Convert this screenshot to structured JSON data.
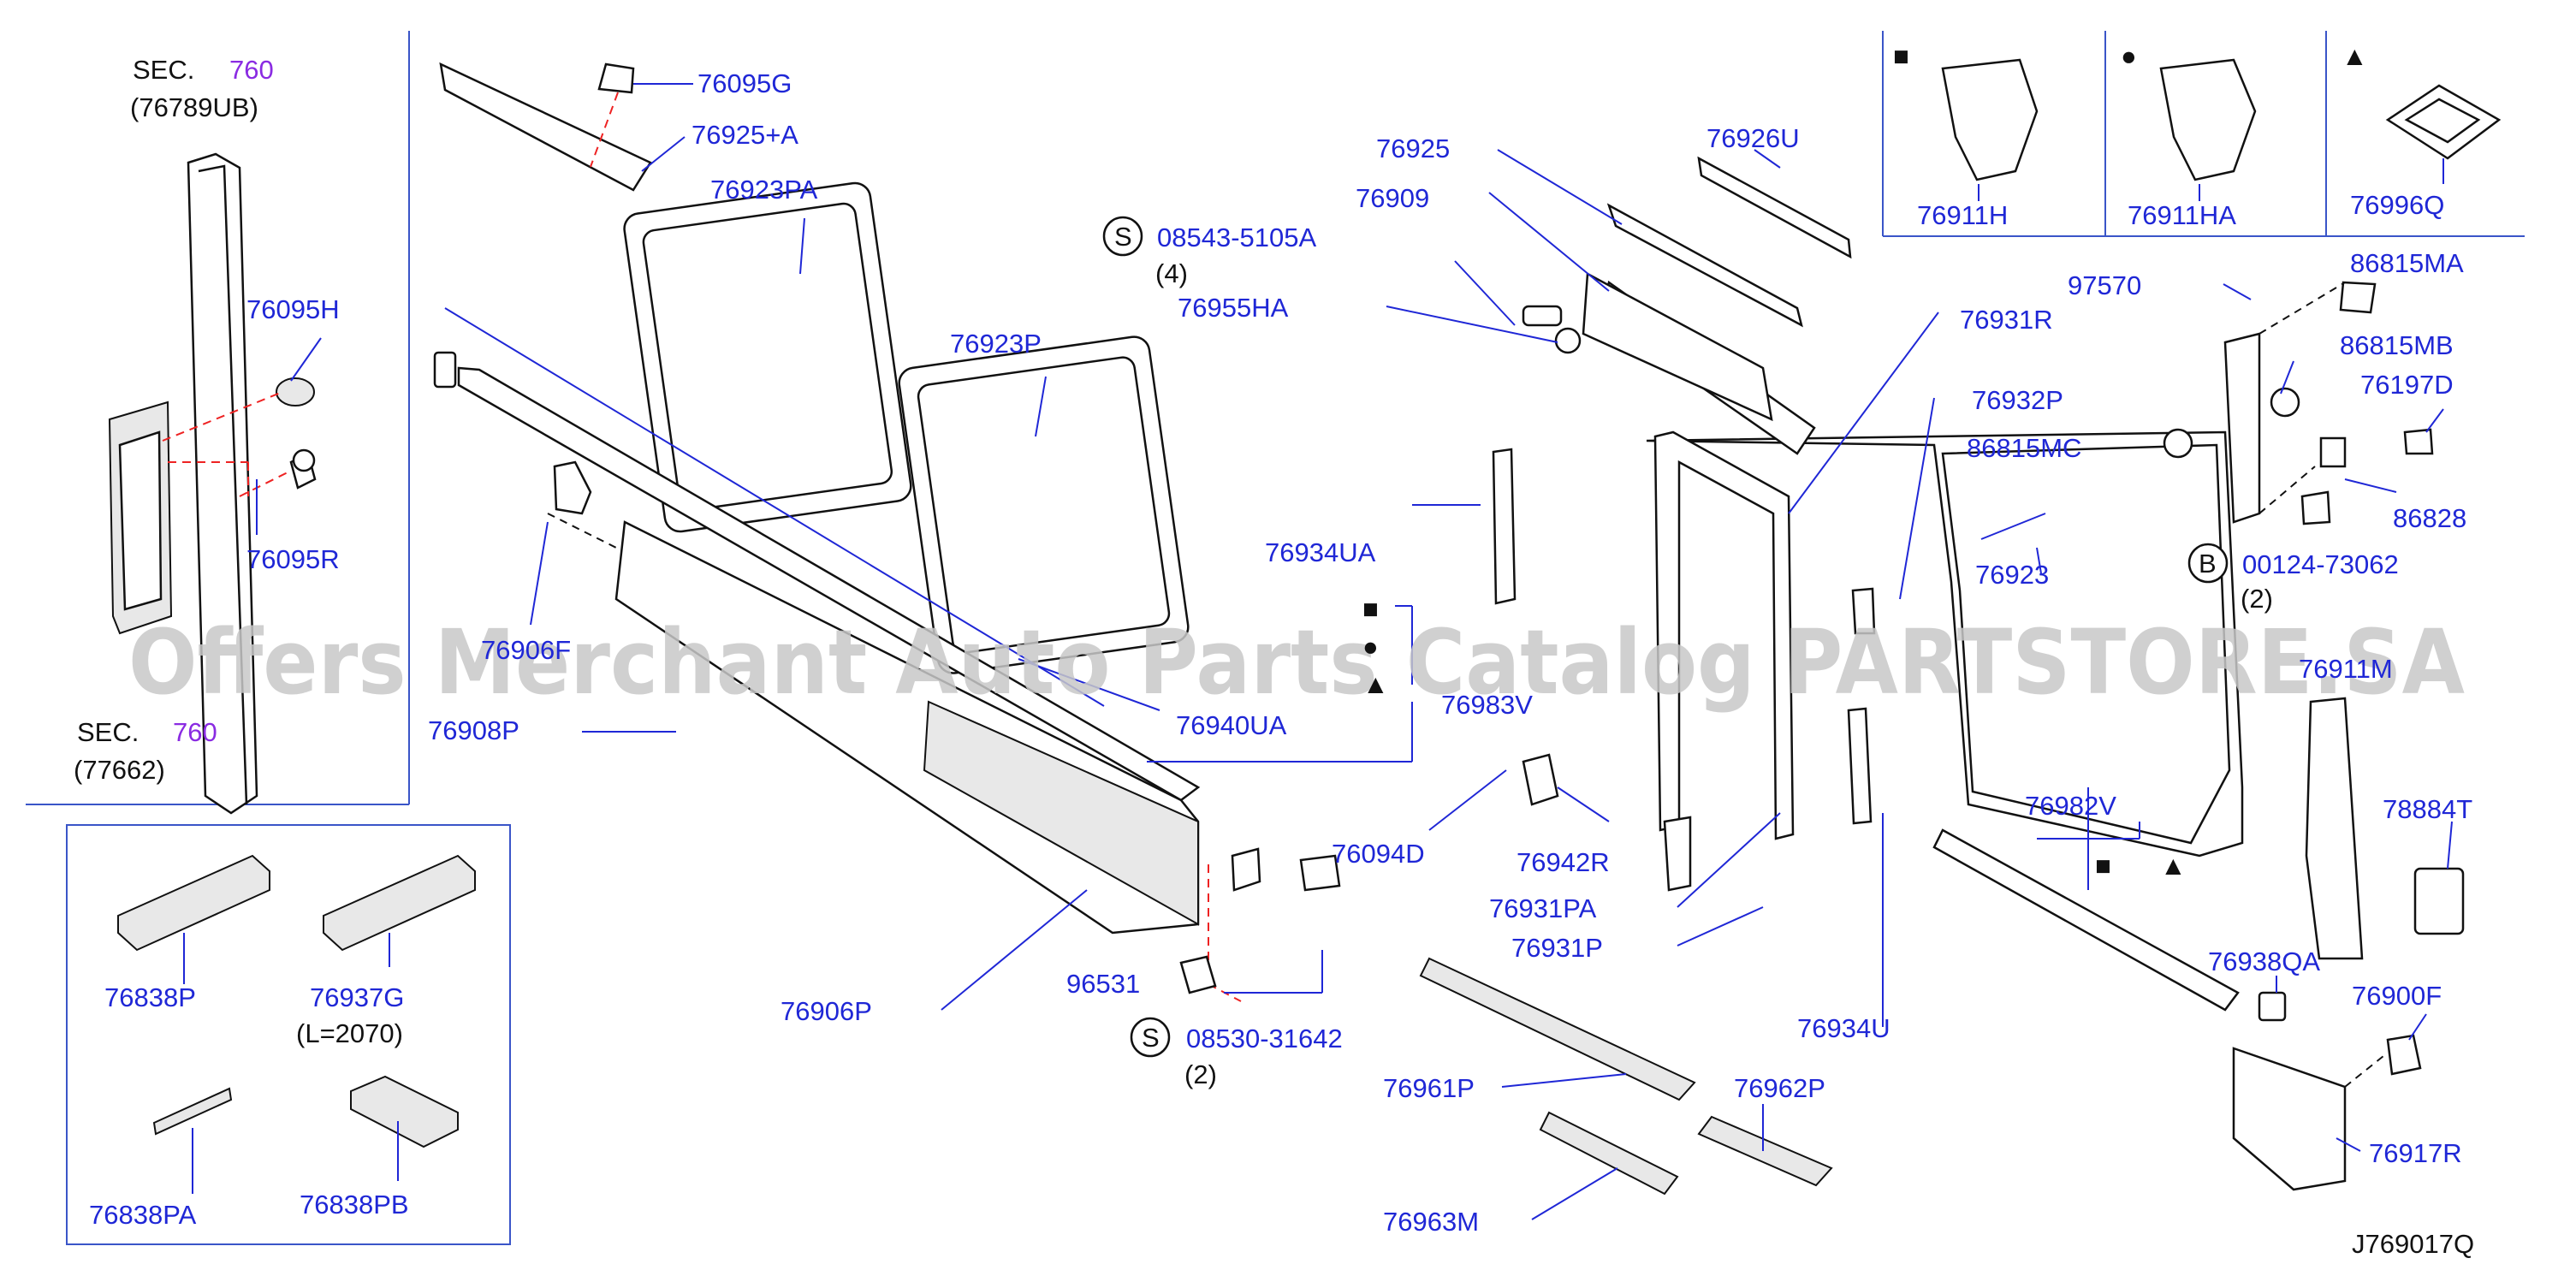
{
  "diagram_code": "J769017Q",
  "watermark": "Offers Merchant Auto Parts Catalog PARTSTORE.SA",
  "section_refs": [
    {
      "label": "SEC.",
      "sec": "760",
      "sub": "(76789UB)"
    },
    {
      "label": "SEC.",
      "sec": "760",
      "sub": "(77662)"
    }
  ],
  "legend_parts": [
    {
      "symbol": "■",
      "part": "76911H"
    },
    {
      "symbol": "●",
      "part": "76911HA"
    },
    {
      "symbol": "▲",
      "part": "76996Q"
    }
  ],
  "symbol_stack": [
    "■",
    "●",
    "▲"
  ],
  "group_symbols": [
    "■",
    "▲"
  ],
  "small_parts_box": [
    {
      "part": "76838P"
    },
    {
      "part": "76937G",
      "note": "(L=2070)"
    },
    {
      "part": "76838PA"
    },
    {
      "part": "76838PB"
    }
  ],
  "screw_refs": [
    {
      "prefix": "S",
      "part": "08543-5105A",
      "qty": "(4)"
    },
    {
      "prefix": "S",
      "part": "08530-31642",
      "qty": "(2)"
    },
    {
      "prefix": "B",
      "part": "00124-73062",
      "qty": "(2)"
    }
  ],
  "part_labels": [
    "76095G",
    "76925+A",
    "76923PA",
    "76095H",
    "76095R",
    "76906F",
    "76908P",
    "76923P",
    "76940UA",
    "76925",
    "76909",
    "76955HA",
    "76926U",
    "76934UA",
    "76983V",
    "76094D",
    "76942R",
    "76931PA",
    "76931P",
    "76931R",
    "76932P",
    "96531",
    "76906P",
    "76961P",
    "76962P",
    "76963M",
    "76934U",
    "97570",
    "86815MA",
    "86815MB",
    "76197D",
    "86815MC",
    "86828",
    "76923",
    "76911M",
    "76982V",
    "78884T",
    "76938QA",
    "76900F",
    "76917R"
  ]
}
